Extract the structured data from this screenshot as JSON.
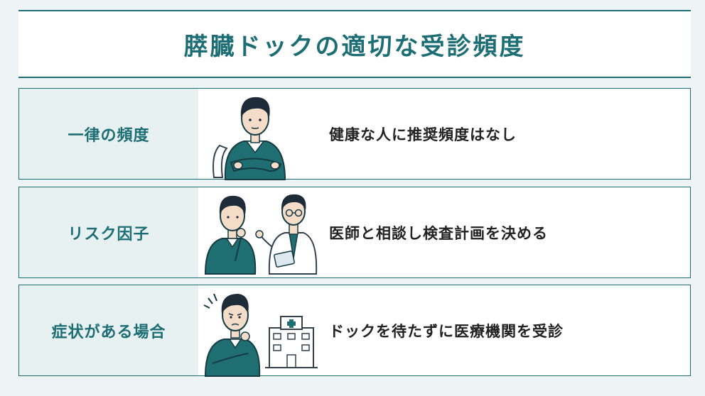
{
  "title": "膵臓ドックの適切な受診頻度",
  "rows": [
    {
      "label": "一律の頻度",
      "text": "健康な人に推奨頻度はなし",
      "illustration": "man-arms-crossed-on-chair"
    },
    {
      "label": "リスク因子",
      "text": "医師と相談し検査計画を決める",
      "illustration": "man-consulting-doctor"
    },
    {
      "label": "症状がある場合",
      "text": "ドックを待たずに医療機関を受診",
      "illustration": "worried-man-and-hospital"
    }
  ],
  "colors": {
    "accent": "#1c6d74",
    "label_bg": "#e7f1f1",
    "page_bg": "#eef4f6",
    "sweater": "#1f6f72",
    "hair": "#1e2c3a"
  }
}
